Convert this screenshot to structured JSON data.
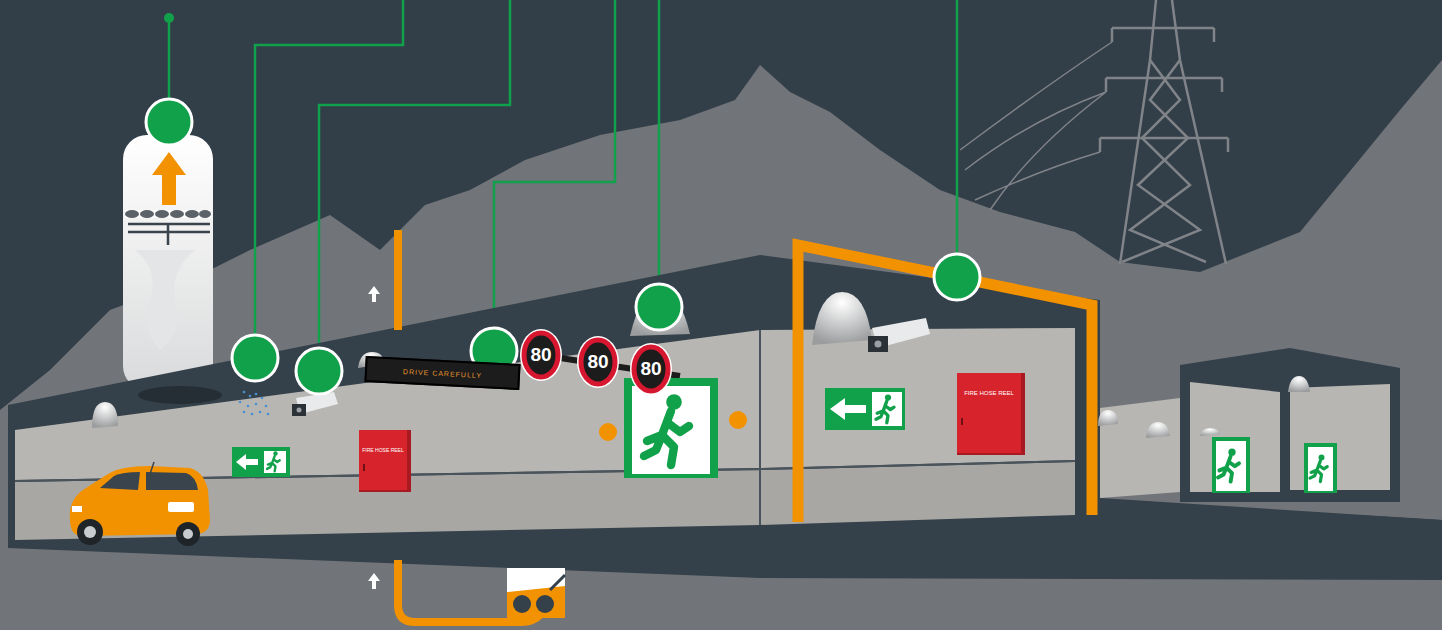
{
  "diagram": {
    "nodes": [
      {
        "text": [
          "DRIVE CAREFULLY"
        ]
      },
      {
        "text": [
          "80"
        ]
      },
      {
        "text": [
          "80"
        ]
      },
      {
        "text": [
          "80"
        ]
      },
      {
        "text": [
          "FIRE HOSE REEL"
        ]
      },
      {
        "text": [
          "FIRE HOSE REEL"
        ]
      }
    ]
  }
}
